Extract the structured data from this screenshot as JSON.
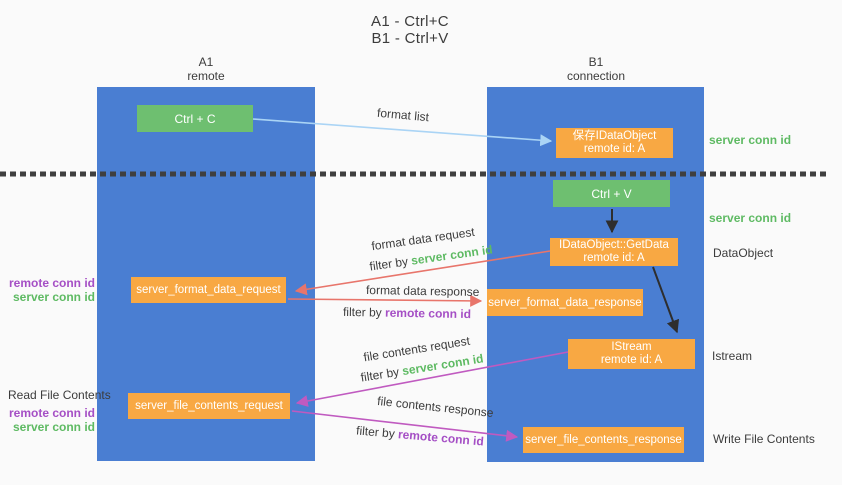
{
  "title": {
    "line1": "A1 - Ctrl+C",
    "line2": "B1 - Ctrl+V"
  },
  "lanes": {
    "a1": {
      "name": "A1",
      "subtitle": "remote"
    },
    "b1": {
      "name": "B1",
      "subtitle": "connection"
    }
  },
  "nodes": {
    "ctrl_c": {
      "label": "Ctrl + C"
    },
    "ctrl_v": {
      "label": "Ctrl + V"
    },
    "save_idataobject": {
      "line1": "保存IDataObject",
      "line2": "remote id: A"
    },
    "getdata": {
      "line1": "IDataObject::GetData",
      "line2": "remote id: A"
    },
    "istream": {
      "line1": "IStream",
      "line2": "remote id: A"
    },
    "server_format_data_request": {
      "label": "server_format_data_request"
    },
    "server_format_data_response": {
      "label": "server_format_data_response"
    },
    "server_file_contents_request": {
      "label": "server_file_contents_request"
    },
    "server_file_contents_response": {
      "label": "server_file_contents_response"
    }
  },
  "edge_labels": {
    "format_list": "format list",
    "format_data_request": "format data request",
    "format_data_response": "format data response",
    "file_contents_request": "file contents request",
    "file_contents_response": "file contents response",
    "filter_by": "filter by ",
    "server_conn_id": "server conn id",
    "remote_conn_id": "remote conn id"
  },
  "annotations": {
    "left_format_remote": "remote conn id",
    "left_format_server": "server conn id",
    "read_file_contents": "Read File Contents",
    "left_file_remote": "remote conn id",
    "left_file_server": "server conn id",
    "right_top_server": "server conn id",
    "right_mid_server": "server conn id",
    "dataobject": "DataObject",
    "istream": "Istream",
    "write_file_contents": "Write File Contents"
  },
  "colors": {
    "lane_blue": "#4a7ed2",
    "node_orange": "#f8a843",
    "node_green": "#6ebf70",
    "green_text": "#5eba63",
    "purple_text": "#a54fc5",
    "red_arrow": "#e8756b",
    "magenta_arrow": "#c05ac0",
    "light_blue_arrow": "#aad4f5",
    "black_arrow": "#2e2e2e",
    "divider": "#3f3f3f",
    "background": "#fafafa"
  }
}
